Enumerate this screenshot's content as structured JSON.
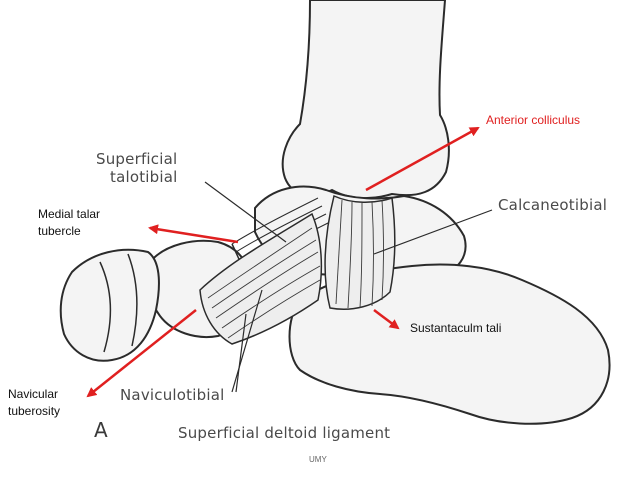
{
  "figure": {
    "printed_labels": {
      "superficial_talotibial_line1": "Superficial",
      "superficial_talotibial_line2": "talotibial",
      "calcaneotibial": "Calcaneotibial",
      "naviculotibial": "Naviculotibial",
      "panel_letter": "A",
      "caption": "Superficial deltoid ligament"
    },
    "annotations": {
      "anterior_colliculus": "Anterior colliculus",
      "medial_talar_tubercle_line1": "Medial talar",
      "medial_talar_tubercle_line2": "tubercle",
      "sustentaculum_tali": "Sustantaculm tali",
      "navicular_tuberosity_line1": "Navicular",
      "navicular_tuberosity_line2": "tuberosity"
    },
    "footer": "UMY",
    "colors": {
      "arrow": "#e02020",
      "annotation_text": "#e02020",
      "line_art": "#2b2b2b",
      "bone_fill": "#f4f4f4"
    },
    "icons": [
      "arrow-icon",
      "leader-line"
    ]
  }
}
